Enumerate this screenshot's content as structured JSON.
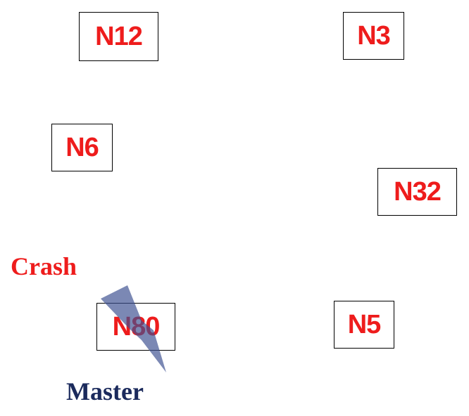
{
  "colors": {
    "node_text": "#ee1c1c",
    "crash_text": "#ee1c1c",
    "master_text": "#1b2a5c",
    "bolt_fill": "#3d4f91",
    "box_border": "#000000"
  },
  "nodes": {
    "n12": "N12",
    "n3": "N3",
    "n6": "N6",
    "n32": "N32",
    "n80": "N80",
    "n5": "N5"
  },
  "labels": {
    "crash": "Crash",
    "master": "Master"
  },
  "icon": "lightning-bolt-icon"
}
